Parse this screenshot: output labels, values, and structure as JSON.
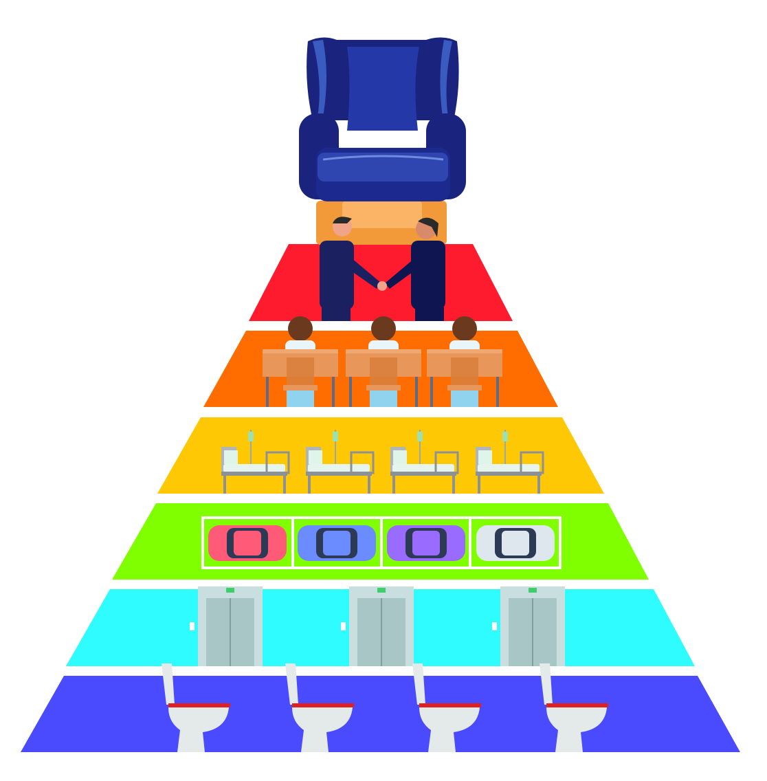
{
  "colors": {
    "chair": "#1a237e",
    "chair_light": "#2f45b0",
    "backrest": "#f5a54a",
    "tiers": [
      "#fe1b2e",
      "#ff6d00",
      "#ffc805",
      "#7fff00",
      "#2efcff",
      "#4a4bff"
    ]
  },
  "tiers": [
    {
      "name": "executive",
      "items": 2
    },
    {
      "name": "classroom",
      "items": 3
    },
    {
      "name": "hospital",
      "items": 4
    },
    {
      "name": "parking",
      "items": 4
    },
    {
      "name": "elevator",
      "items": 3
    },
    {
      "name": "toilet",
      "items": 4
    }
  ],
  "car_colors": [
    "#ff5a78",
    "#6b8cff",
    "#9a6bff",
    "#dfe7ee"
  ]
}
